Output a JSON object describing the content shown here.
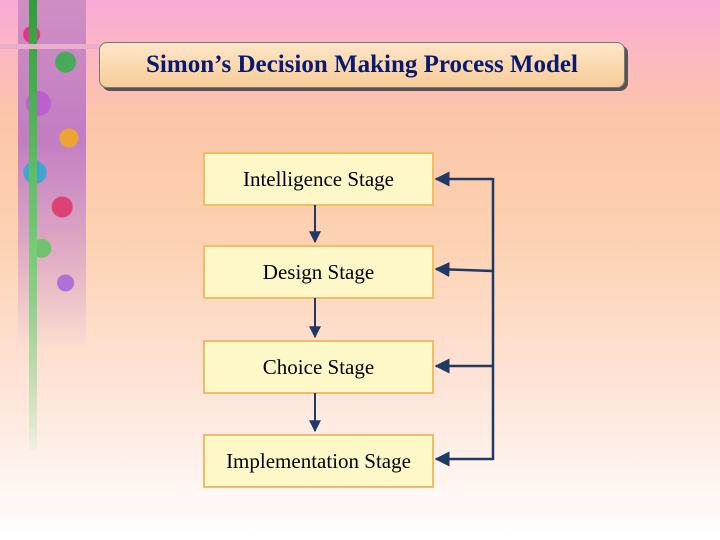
{
  "title": "Simon’s Decision Making Process Model",
  "stages": [
    "Intelligence Stage",
    "Design Stage",
    "Choice Stage",
    "Implementation Stage"
  ],
  "colors": {
    "title_text": "#0a1a6e",
    "stage_fill": "#fef8c8",
    "stage_border": "#f0bc6a",
    "arrow": "#1f3a66"
  }
}
